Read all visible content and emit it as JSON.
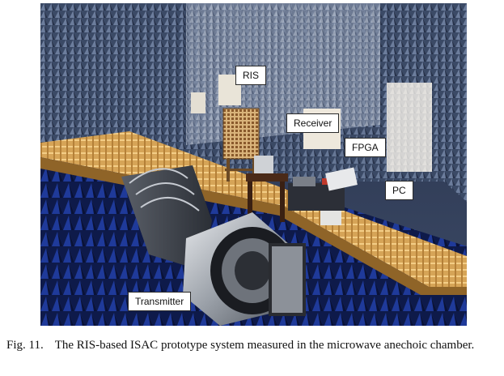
{
  "figure": {
    "labels": {
      "ris": "RIS",
      "receiver": "Receiver",
      "fpga": "FPGA",
      "pc": "PC",
      "transmitter": "Transmitter"
    }
  },
  "caption": {
    "label": "Fig. 11.",
    "text": "The RIS-based ISAC prototype system measured in the microwave anechoic chamber."
  }
}
